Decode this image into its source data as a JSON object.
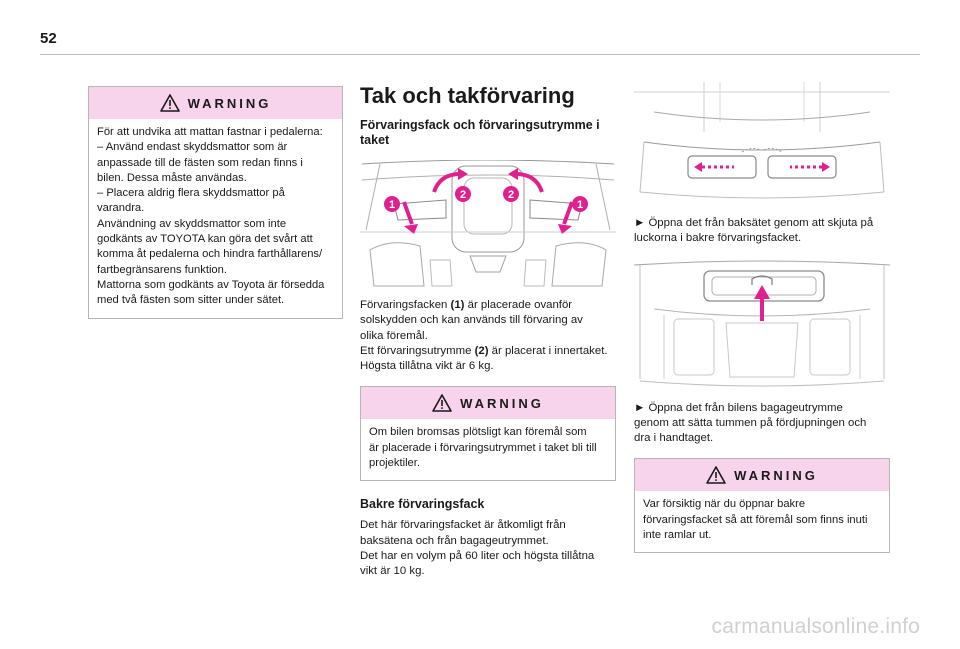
{
  "page": {
    "number": "52"
  },
  "warning1": {
    "title": "WARNING",
    "lines": [
      "För att undvika att mattan fastnar i pedalerna:",
      "– Använd endast skyddsmattor som är",
      "anpassade till de fästen som redan finns i",
      "bilen. Dessa måste användas.",
      "– Placera aldrig flera skyddsmattor på",
      "varandra.",
      "Användning av skyddsmattor som inte",
      "godkänts av TOYOTA kan göra det svårt att",
      "komma åt pedalerna och hindra farthållarens/",
      "fartbegränsarens funktion.",
      "Mattorna som godkänts av Toyota är försedda",
      "med två fästen som sitter under sätet."
    ]
  },
  "section": {
    "title": "Tak och takförvaring",
    "subtitle_line1": "Förvaringsfack och förvaringsutrymme i",
    "subtitle_line2": "taket",
    "illustration1_labels": {
      "a": "1",
      "b": "2",
      "c": "2",
      "d": "1"
    },
    "desc_line1a": "Förvaringsfacken ",
    "desc_line1b": "(1)",
    "desc_line1c": " är placerade ovanför",
    "desc_line2": "solskydden och kan används till förvaring av",
    "desc_line3": "olika föremål.",
    "desc_line4a": "Ett förvaringsutrymme ",
    "desc_line4b": "(2)",
    "desc_line4c": " är placerat i innertaket.",
    "desc_line5": "Högsta tillåtna vikt är 6 kg."
  },
  "warning2": {
    "title": "WARNING",
    "lines": [
      "Om bilen bromsas plötsligt kan föremål som",
      "är placerade i förvaringsutrymmet i taket bli till",
      "projektiler."
    ]
  },
  "rear": {
    "title": "Bakre förvaringsfack",
    "lines": [
      "Det här förvaringsfacket är åtkomligt från",
      "baksätena och från bagageutrymmet.",
      "Det har en volym på 60 liter och högsta tillåtna",
      "vikt är 10 kg."
    ]
  },
  "step1": {
    "lines": [
      "► Öppna det från baksätet genom att skjuta på",
      "luckorna i bakre förvaringsfacket."
    ]
  },
  "step2": {
    "lines": [
      "► Öppna det från bilens bagageutrymme",
      "genom att sätta tummen på fördjupningen och",
      "dra i handtaget."
    ]
  },
  "warning3": {
    "title": "WARNING",
    "lines": [
      "Var försiktig när du öppnar bakre",
      "förvaringsfacket så att föremål som finns inuti",
      "inte ramlar ut."
    ]
  },
  "footer": {
    "watermark": "carmanualsonline.info"
  },
  "colors": {
    "accent": "#e0208f",
    "warning_band": "#f7d3ec"
  }
}
